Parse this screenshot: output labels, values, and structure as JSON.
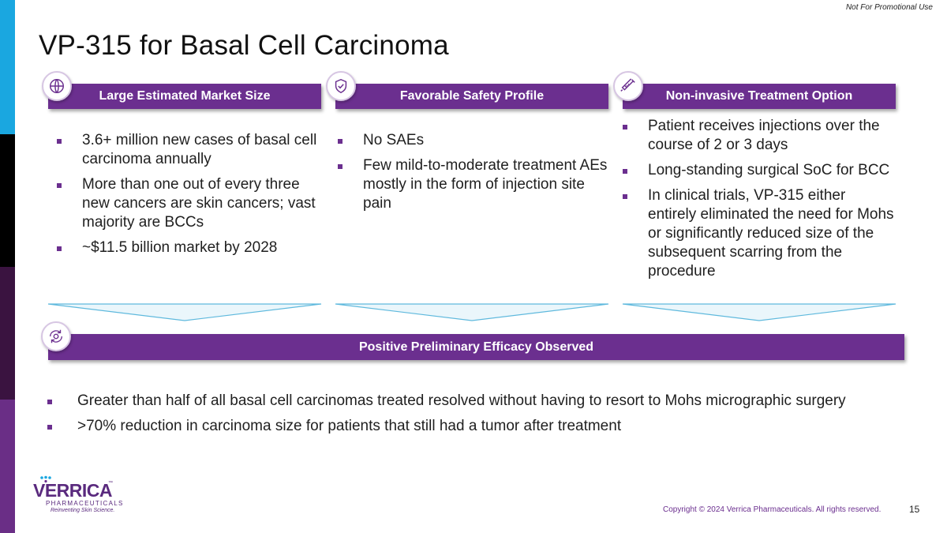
{
  "disclaimer": "Not For Promotional Use",
  "title": "VP-315 for Basal Cell Carcinoma",
  "columns": [
    {
      "header": "Large Estimated Market Size",
      "icon": "globe-icon",
      "bullets": [
        "3.6+ million new cases of basal cell carcinoma annually",
        "More than one out of every three new cancers are skin cancers; vast majority are BCCs",
        "~$11.5 billion market by 2028"
      ]
    },
    {
      "header": "Favorable Safety Profile",
      "icon": "shield-check-icon",
      "bullets": [
        "No SAEs",
        "Few mild-to-moderate treatment AEs mostly in the form of injection site pain"
      ]
    },
    {
      "header": "Non-invasive Treatment Option",
      "icon": "syringe-icon",
      "bullets": [
        "Patient receives injections over the course of 2 or 3 days",
        "Long-standing surgical SoC for BCC",
        "In clinical trials, VP-315 either entirely eliminated the need for Mohs or significantly reduced size of the subsequent scarring from the procedure"
      ]
    }
  ],
  "efficacy": {
    "header": "Positive Preliminary Efficacy Observed",
    "icon": "gear-cycle-icon",
    "bullets": [
      "Greater than half of all basal cell carcinomas treated resolved without having to resort to Mohs micrographic surgery",
      ">70% reduction in carcinoma size for patients that still had a tumor after treatment"
    ]
  },
  "logo": {
    "name": "VERRICA",
    "trademark": "™",
    "subtitle": "PHARMACEUTICALS",
    "tagline": "Reinventing Skin Science."
  },
  "copyright": "Copyright © 2024 Verrica Pharmaceuticals. All rights reserved.",
  "page_number": "15",
  "colors": {
    "accent": "#6b2f8f",
    "cyan": "#1aa7e0"
  }
}
